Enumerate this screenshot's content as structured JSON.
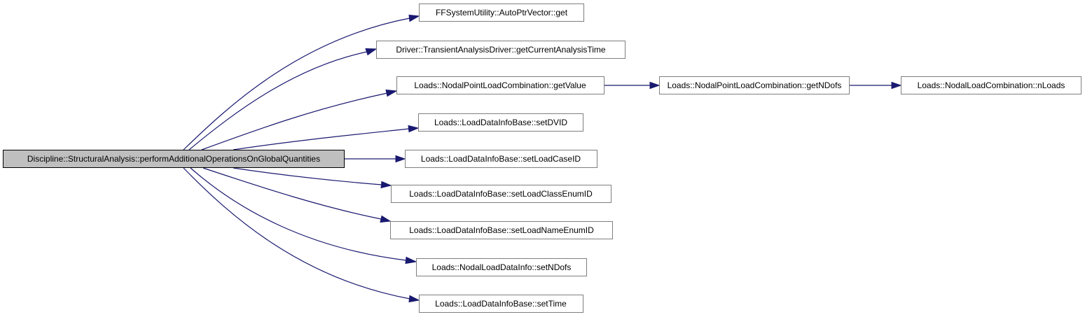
{
  "graph": {
    "root": {
      "label": "Discipline::StructuralAnalysis::performAdditionalOperationsOnGlobalQuantities"
    },
    "nodes": [
      {
        "id": "n1",
        "label": "FFSystemUtility::AutoPtrVector::get"
      },
      {
        "id": "n2",
        "label": "Driver::TransientAnalysisDriver::getCurrentAnalysisTime"
      },
      {
        "id": "n3",
        "label": "Loads::NodalPointLoadCombination::getValue"
      },
      {
        "id": "n4",
        "label": "Loads::LoadDataInfoBase::setDVID"
      },
      {
        "id": "n5",
        "label": "Loads::LoadDataInfoBase::setLoadCaseID"
      },
      {
        "id": "n6",
        "label": "Loads::LoadDataInfoBase::setLoadClassEnumID"
      },
      {
        "id": "n7",
        "label": "Loads::LoadDataInfoBase::setLoadNameEnumID"
      },
      {
        "id": "n8",
        "label": "Loads::NodalLoadDataInfo::setNDofs"
      },
      {
        "id": "n9",
        "label": "Loads::LoadDataInfoBase::setTime"
      },
      {
        "id": "n10",
        "label": "Loads::NodalPointLoadCombination::getNDofs"
      },
      {
        "id": "n11",
        "label": "Loads::NodalLoadCombination::nLoads"
      }
    ],
    "edges": [
      {
        "from": "root",
        "to": "n1"
      },
      {
        "from": "root",
        "to": "n2"
      },
      {
        "from": "root",
        "to": "n3"
      },
      {
        "from": "root",
        "to": "n4"
      },
      {
        "from": "root",
        "to": "n5"
      },
      {
        "from": "root",
        "to": "n6"
      },
      {
        "from": "root",
        "to": "n7"
      },
      {
        "from": "root",
        "to": "n8"
      },
      {
        "from": "root",
        "to": "n9"
      },
      {
        "from": "n3",
        "to": "n10"
      },
      {
        "from": "n10",
        "to": "n11"
      }
    ],
    "colors": {
      "edge": "#191970",
      "root_fill": "#bfbfbf",
      "node_border": "#7f7f7f"
    }
  }
}
